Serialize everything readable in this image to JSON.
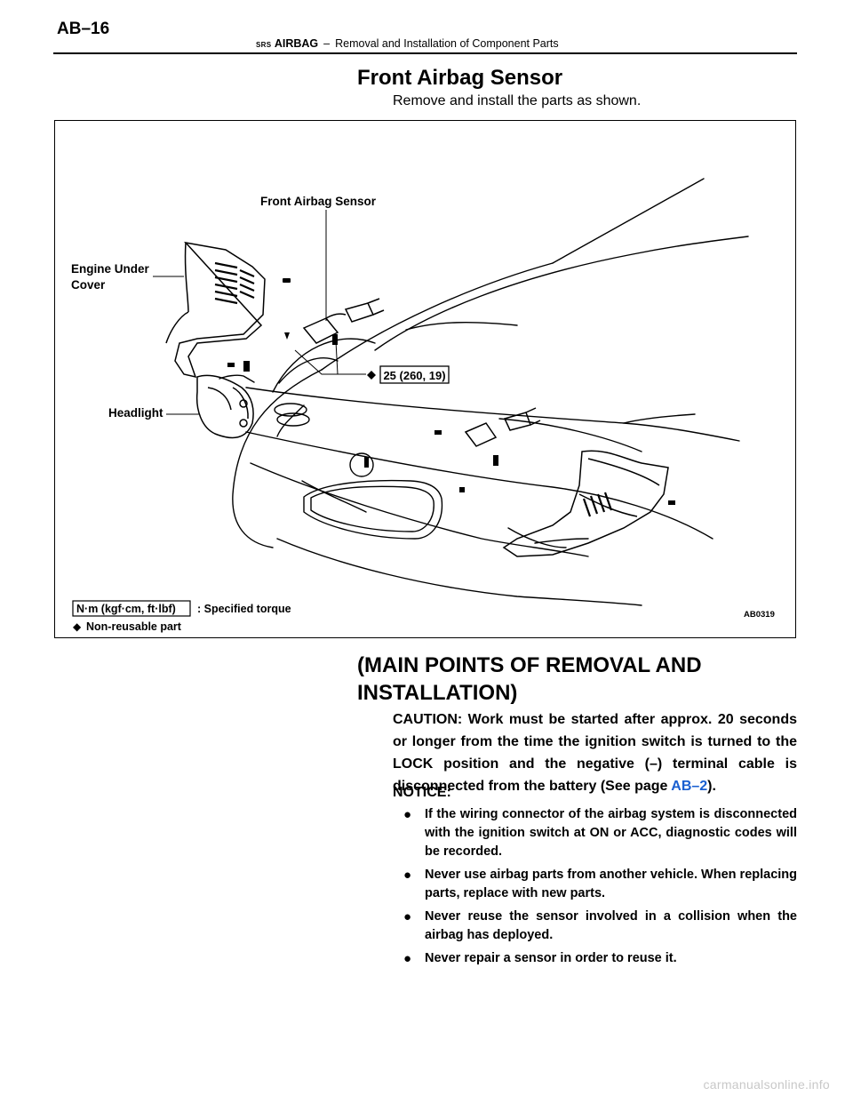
{
  "header": {
    "page_number": "AB–16",
    "srs": "SRS",
    "section": "AIRBAG",
    "dash": "–",
    "subtitle": "Removal and Installation of Component Parts"
  },
  "section_title": "Front Airbag Sensor",
  "intro": "Remove and install the parts as shown.",
  "figure": {
    "labels": {
      "front_airbag_sensor": "Front Airbag Sensor",
      "engine_under_cover_line1": "Engine Under",
      "engine_under_cover_line2": "Cover",
      "headlight": "Headlight",
      "torque_value": "25 (260, 19)",
      "figure_code": "AB0319"
    },
    "legend": {
      "torque_unit": "N·m (kgf·cm, ft·lbf)",
      "torque_desc": ": Specified torque",
      "nonreusable_symbol": "◆",
      "nonreusable_desc": "Non-reusable part"
    }
  },
  "subsection_title": "(MAIN POINTS OF REMOVAL AND INSTALLATION)",
  "caution": {
    "text_before": "CAUTION: Work must be started after approx. 20 seconds or longer from the time the ignition switch is turned to the LOCK position and the negative (–) terminal cable is disconnected from the battery (See page ",
    "link": "AB–2",
    "text_after": ")."
  },
  "notice": {
    "label": "NOTICE:",
    "bullet": "●",
    "items": [
      "If the wiring connector of the airbag system is disconnected with the ignition switch at ON or ACC, diagnostic codes will be recorded.",
      "Never use airbag parts from another vehicle. When replacing parts, replace with new parts.",
      "Never reuse the sensor involved in a collision when the airbag has deployed.",
      "Never repair a sensor in order to reuse it."
    ]
  },
  "watermark": "carmanualsonline.info"
}
